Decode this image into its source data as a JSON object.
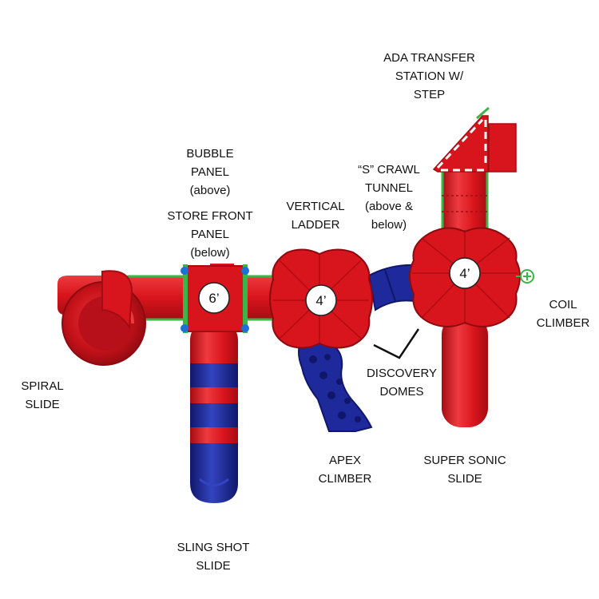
{
  "colors": {
    "red": "#d8141c",
    "red_dark": "#a50c12",
    "red_light": "#ee3a3f",
    "blue": "#1e2a9c",
    "blue_dark": "#10176a",
    "green": "#39b54a",
    "connector_blue": "#1e6fd9",
    "deck_circle": "#ffffff"
  },
  "decks": {
    "deck1": "6’",
    "deck2": "4’",
    "deck3": "4’"
  },
  "labels": {
    "ada": [
      "ADA TRANSFER",
      "STATION W/",
      "STEP"
    ],
    "bubble": [
      "BUBBLE",
      "PANEL",
      "(above)"
    ],
    "store": [
      "STORE FRONT",
      "PANEL",
      "(below)"
    ],
    "crawl": [
      "“S” CRAWL",
      "TUNNEL",
      "(above &",
      "below)"
    ],
    "vertical": [
      "VERTICAL",
      "LADDER"
    ],
    "coil": [
      "COIL",
      "CLIMBER"
    ],
    "spiral": [
      "SPIRAL",
      "SLIDE"
    ],
    "discovery": [
      "DISCOVERY",
      "DOMES"
    ],
    "apex": [
      "APEX",
      "CLIMBER"
    ],
    "super": [
      "SUPER SONIC",
      "SLIDE"
    ],
    "sling": [
      "SLING SHOT",
      "SLIDE"
    ]
  }
}
